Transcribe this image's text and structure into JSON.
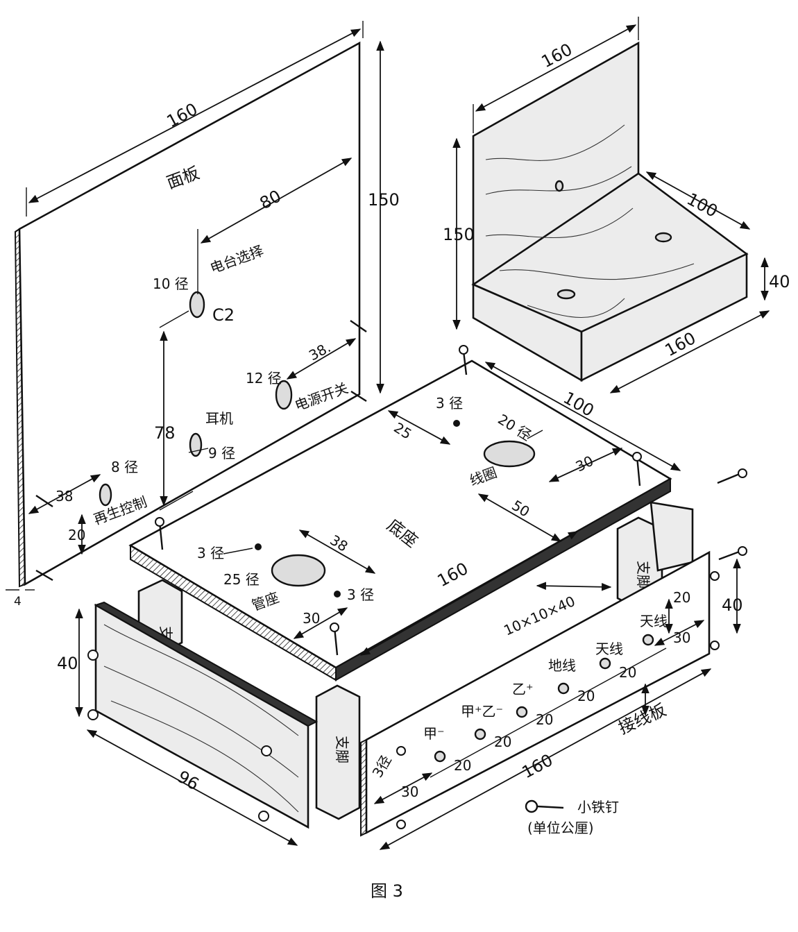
{
  "panel": {
    "title": "面板",
    "width": "160",
    "height": "150",
    "hole_spacing": "80",
    "station_select": "电台选择",
    "station_hole": "10 径",
    "c2": "C2",
    "earphone": "耳机",
    "earphone_hole": "9 径",
    "power_hole": "12 径",
    "power_switch": "电源开关",
    "power_offset": "38.",
    "regen_hole": "8 径",
    "regen_control": "再生控制",
    "regen_offset": "38",
    "regen_height": "20",
    "vertical": "78",
    "thickness": "4"
  },
  "back_assembly": {
    "width": "160",
    "height": "150",
    "depth": "100",
    "base_height": "40",
    "base_width": "160"
  },
  "base": {
    "title": "底座",
    "length": "160",
    "depth": "100",
    "coil": "线圈",
    "coil_hole": "20 径",
    "hole_3a": "3 径",
    "offset_25": "25",
    "offset_30": "30",
    "offset_50": "50",
    "tube_socket": "管座",
    "tube_hole": "25 径",
    "hole_3b": "3 径",
    "hole_3c": "3 径",
    "tube_spacing": "38",
    "tube_offset": "30"
  },
  "left_board": {
    "height": "40",
    "width": "96"
  },
  "legs": {
    "label": "支脚",
    "size": "10×10×40"
  },
  "terminal_board": {
    "title": "接线板",
    "length": "160",
    "height": "40",
    "offset_20": "20",
    "offset_30": "30",
    "start_30": "30",
    "hole": "3径",
    "terminals": [
      "甲⁻",
      "甲⁺乙⁻",
      "乙⁺",
      "地线",
      "天线",
      "天线"
    ],
    "spacings": [
      "20",
      "20",
      "20",
      "20",
      "20"
    ]
  },
  "legend": {
    "nail": "小铁钉",
    "unit": "(单位公厘)"
  },
  "caption": "图 3"
}
